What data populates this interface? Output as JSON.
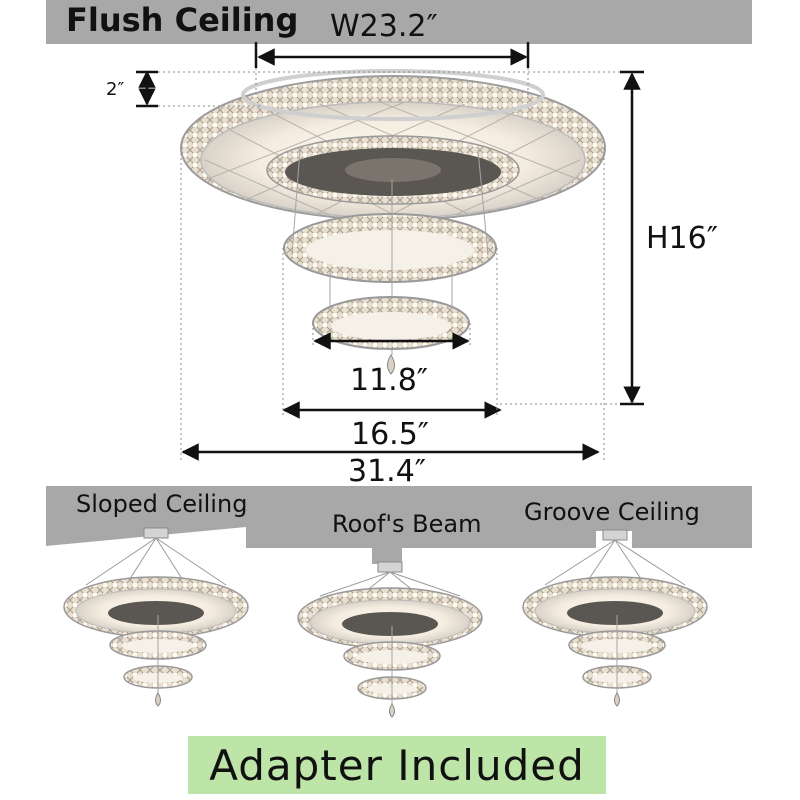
{
  "heading": "Flush Ceiling",
  "dimensions": {
    "top_width": "W23.2″",
    "thickness": "2″",
    "height": "H16″",
    "small_ring": "11.8″",
    "middle_ring": "16.5″",
    "outer_width": "31.4″"
  },
  "ceilings": [
    {
      "label": "Sloped Ceiling"
    },
    {
      "label": "Roof's Beam"
    },
    {
      "label": "Groove Ceiling"
    }
  ],
  "footer": {
    "adapter": "Adapter Included"
  },
  "colors": {
    "ceiling_gray": "#a8a8a8",
    "metal": "#bfc3c6",
    "glow": "#fff6e6",
    "banner_green": "#bde5a8"
  }
}
